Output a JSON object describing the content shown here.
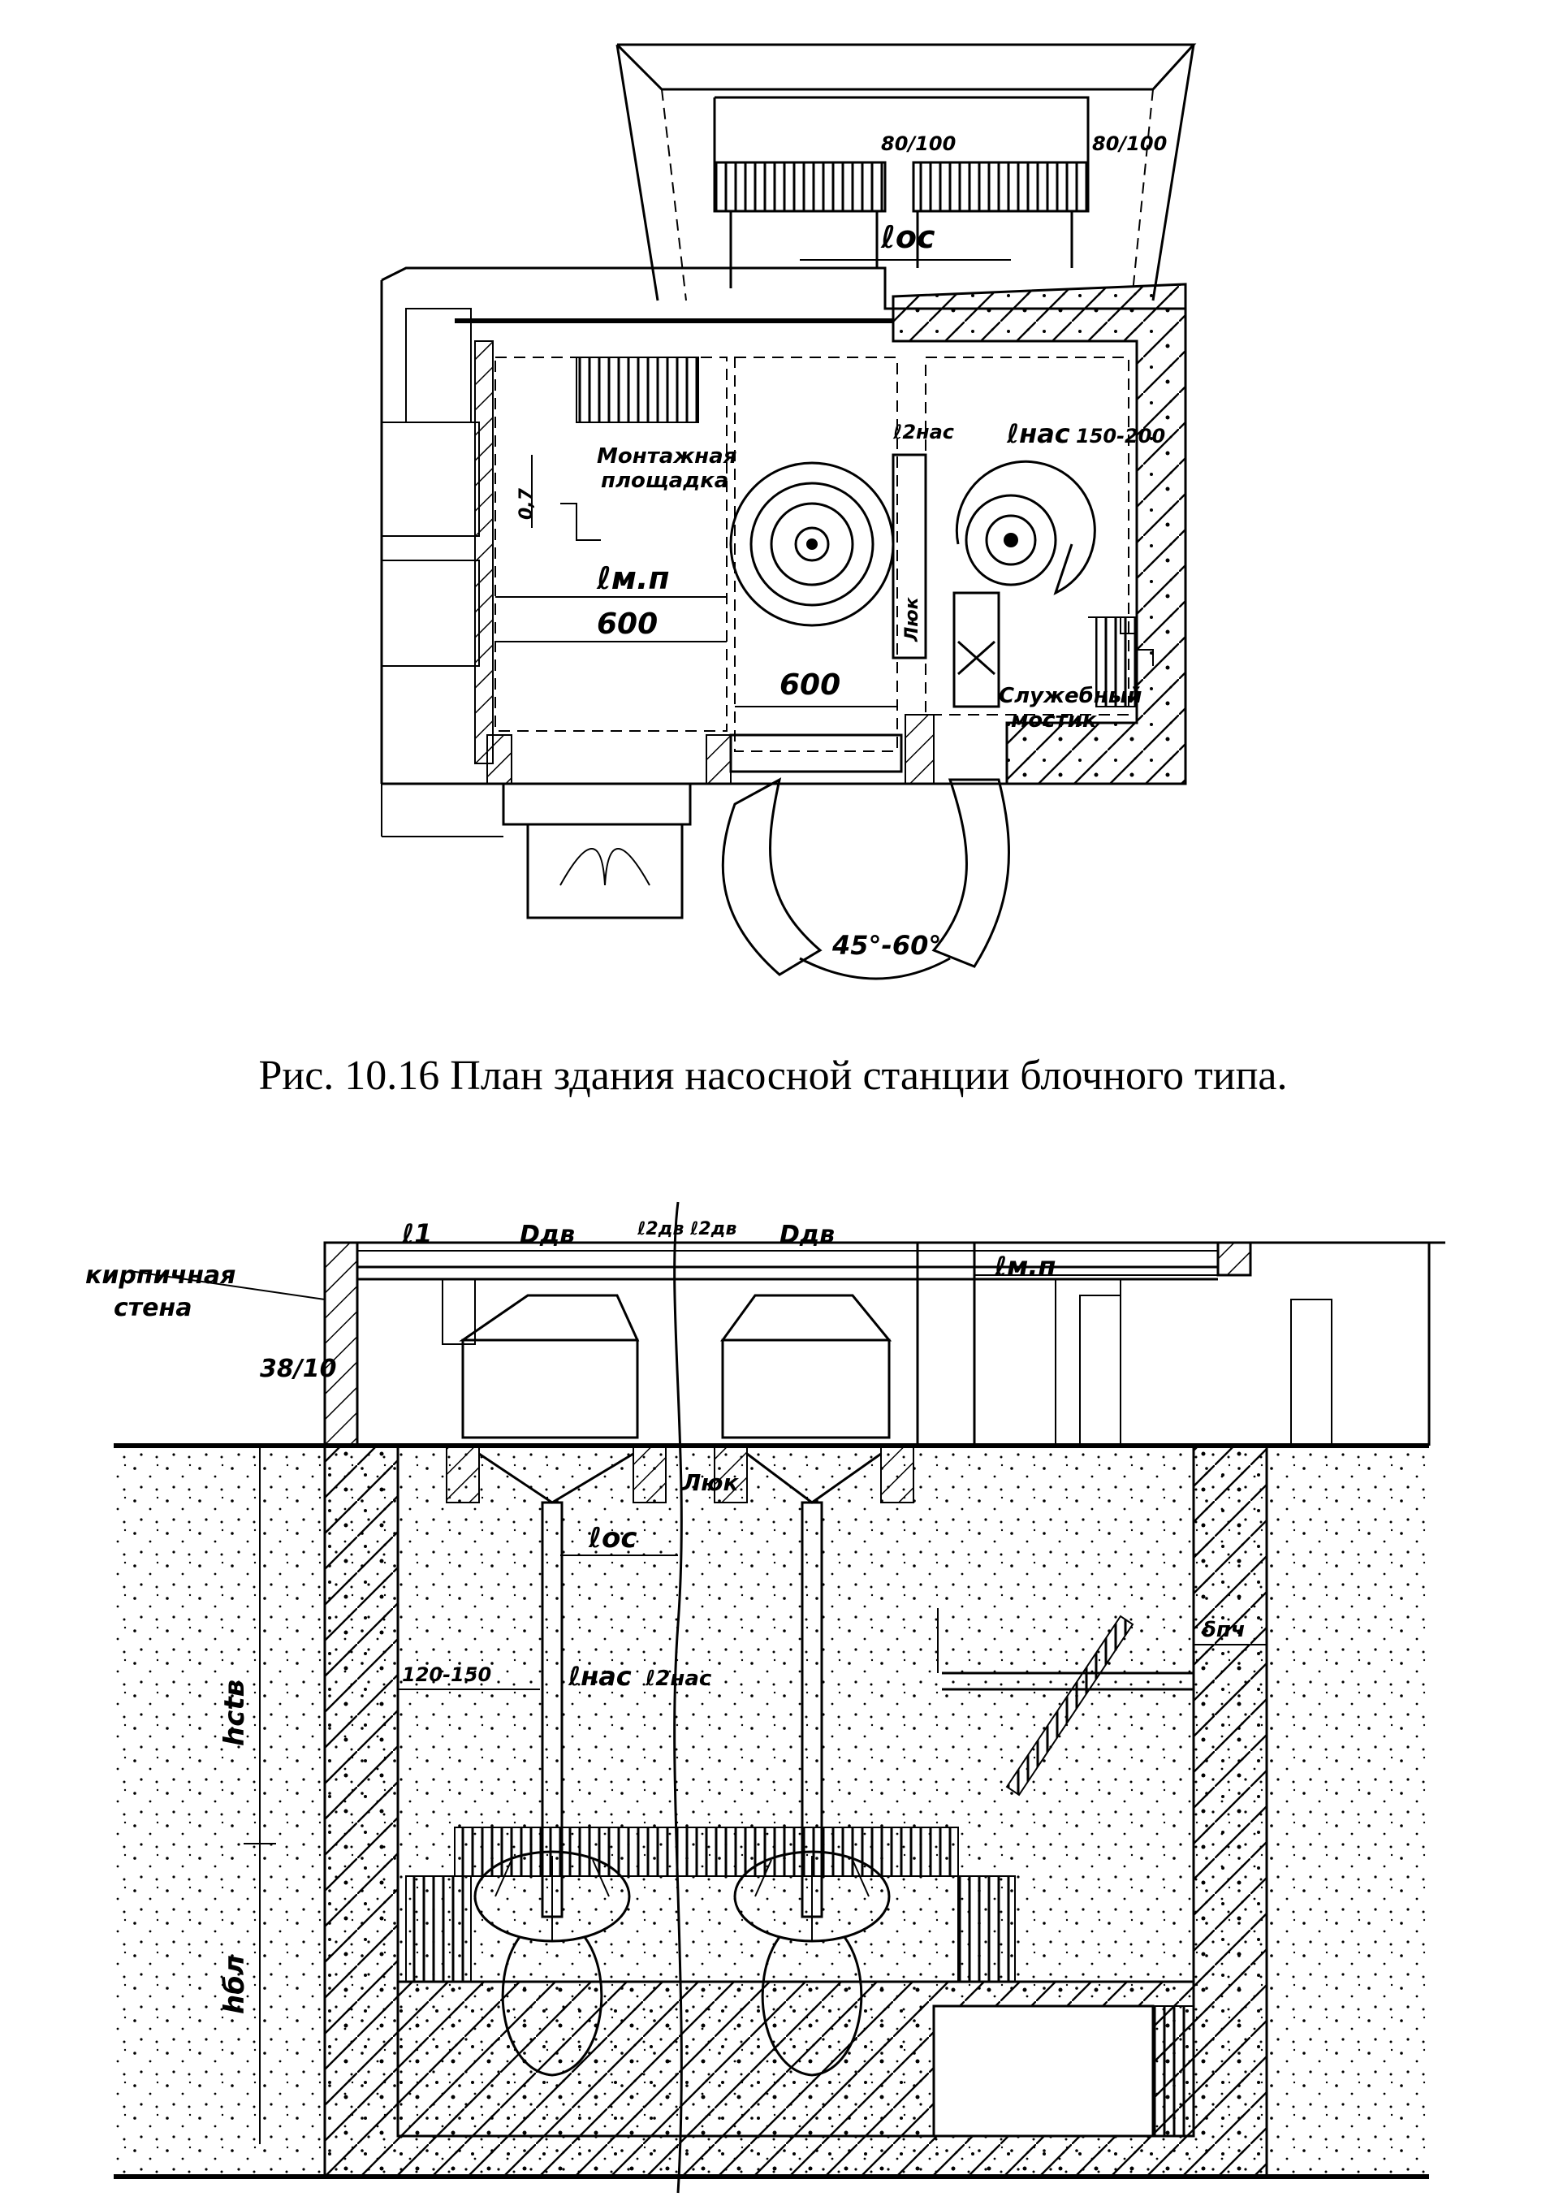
{
  "caption": "Рис. 10.16 План здания насосной станции блочного типа.",
  "plan": {
    "label_montazh": "Монтажная",
    "label_ploshchadka": "площадка",
    "label_sluzhebny": "Служебный",
    "label_mostik": "мостик",
    "dim_600_left": "600",
    "dim_600_right": "600",
    "dim_lmp": "ℓм.п",
    "dim_loc": "ℓос",
    "dim_lnas": "ℓнас",
    "dim_l2nas": "ℓ2нас",
    "dim_150_200": "150-200",
    "dim_80_100_a": "80/100",
    "dim_80_100_b": "80/100",
    "dim_07": "0,7",
    "dim_lyuk": "Люк",
    "dim_angle": "45°-60°"
  },
  "section": {
    "label_kirpichnaya": "кирпичная",
    "label_stena": "стена",
    "dim_38_10": "38/10",
    "dim_l1": "ℓ1",
    "dim_ddv_1": "Dдв",
    "dim_ddv_2": "Dдв",
    "dim_l2dv_1": "ℓ2дв",
    "dim_l2dv_2": "ℓ2дв",
    "dim_lmp": "ℓм.п",
    "dim_lyuk": "Люк",
    "dim_loc": "ℓос",
    "dim_120_150": "120-150",
    "dim_lnas": "ℓнас",
    "dim_l2nas": "ℓ2нас",
    "dim_hsb": "hсtв",
    "dim_hbl": "hбл",
    "dim_delta": "δпч"
  }
}
